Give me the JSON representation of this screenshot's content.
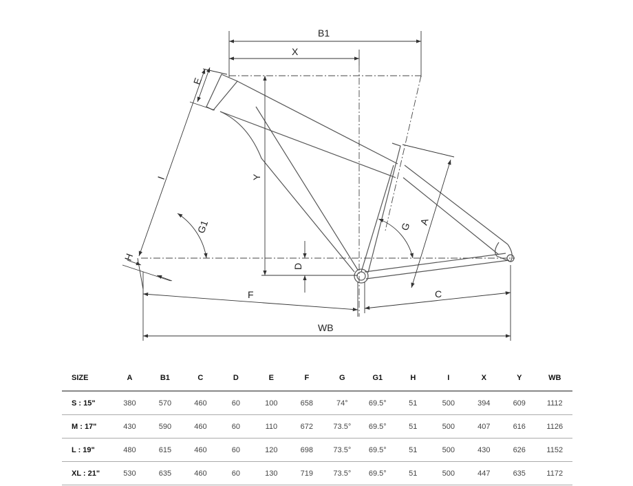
{
  "diagram": {
    "labels": {
      "B1": "B1",
      "X": "X",
      "E": "E",
      "Y": "Y",
      "I": "I",
      "G1": "G1",
      "G": "G",
      "A": "A",
      "H": "H",
      "D": "D",
      "F": "F",
      "C": "C",
      "WB": "WB"
    }
  },
  "table": {
    "headers": [
      "SIZE",
      "A",
      "B1",
      "C",
      "D",
      "E",
      "F",
      "G",
      "G1",
      "H",
      "I",
      "X",
      "Y",
      "WB"
    ],
    "rows": [
      [
        "S : 15\"",
        "380",
        "570",
        "460",
        "60",
        "100",
        "658",
        "74°",
        "69.5°",
        "51",
        "500",
        "394",
        "609",
        "1112"
      ],
      [
        "M : 17\"",
        "430",
        "590",
        "460",
        "60",
        "110",
        "672",
        "73.5°",
        "69.5°",
        "51",
        "500",
        "407",
        "616",
        "1126"
      ],
      [
        "L : 19\"",
        "480",
        "615",
        "460",
        "60",
        "120",
        "698",
        "73.5°",
        "69.5°",
        "51",
        "500",
        "430",
        "626",
        "1152"
      ],
      [
        "XL : 21\"",
        "530",
        "635",
        "460",
        "60",
        "130",
        "719",
        "73.5°",
        "69.5°",
        "51",
        "500",
        "447",
        "635",
        "1172"
      ]
    ]
  }
}
